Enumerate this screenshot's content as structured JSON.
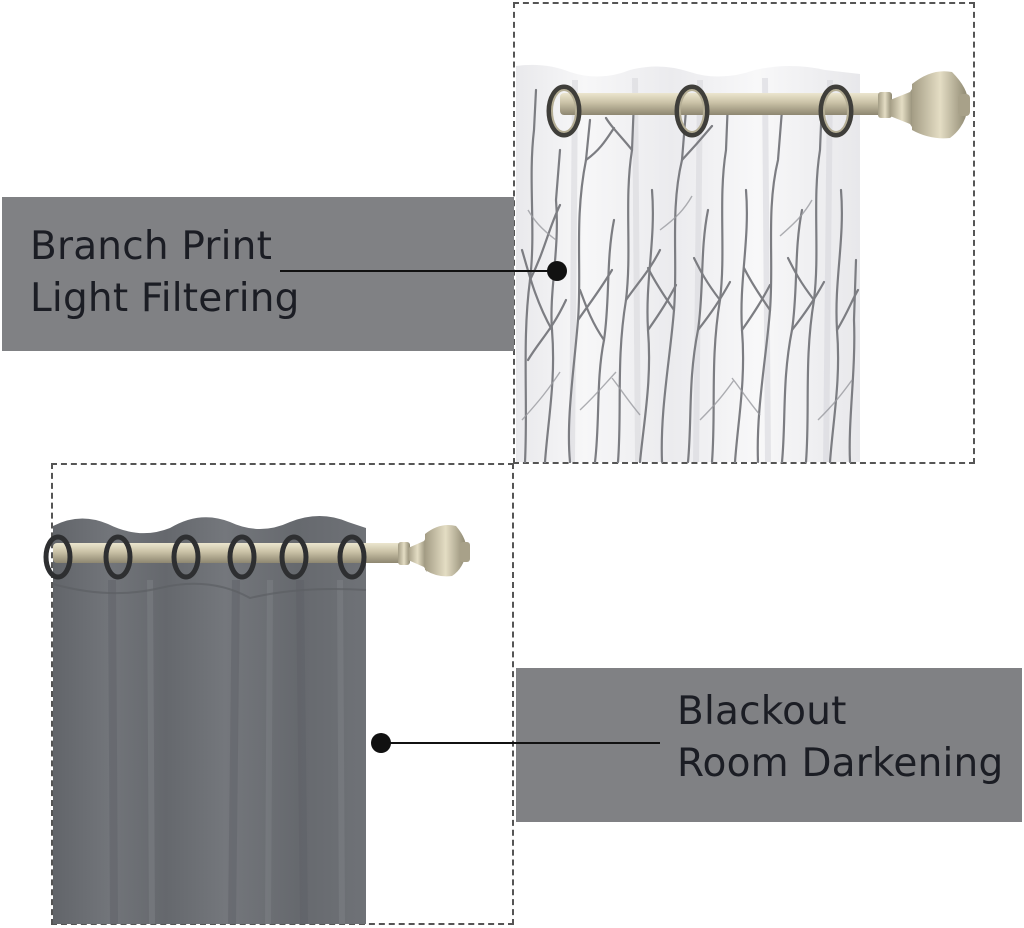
{
  "callouts": {
    "sheer": {
      "line1": "Branch Print",
      "line2": "Light Filtering"
    },
    "blackout": {
      "line1": "Blackout",
      "line2": "Room Darkening"
    }
  },
  "colors": {
    "band": "#808184",
    "text": "#1b1d24",
    "sheer_fabric": "#f4f4f6",
    "branch": "#7c7d82",
    "blackout_fabric": "#6b6e73",
    "rod": "#c9c1a6"
  },
  "icons": {
    "rod_top": "curtain-rod-icon",
    "rod_bottom": "curtain-rod-icon",
    "callout_dot": "callout-dot-icon"
  }
}
